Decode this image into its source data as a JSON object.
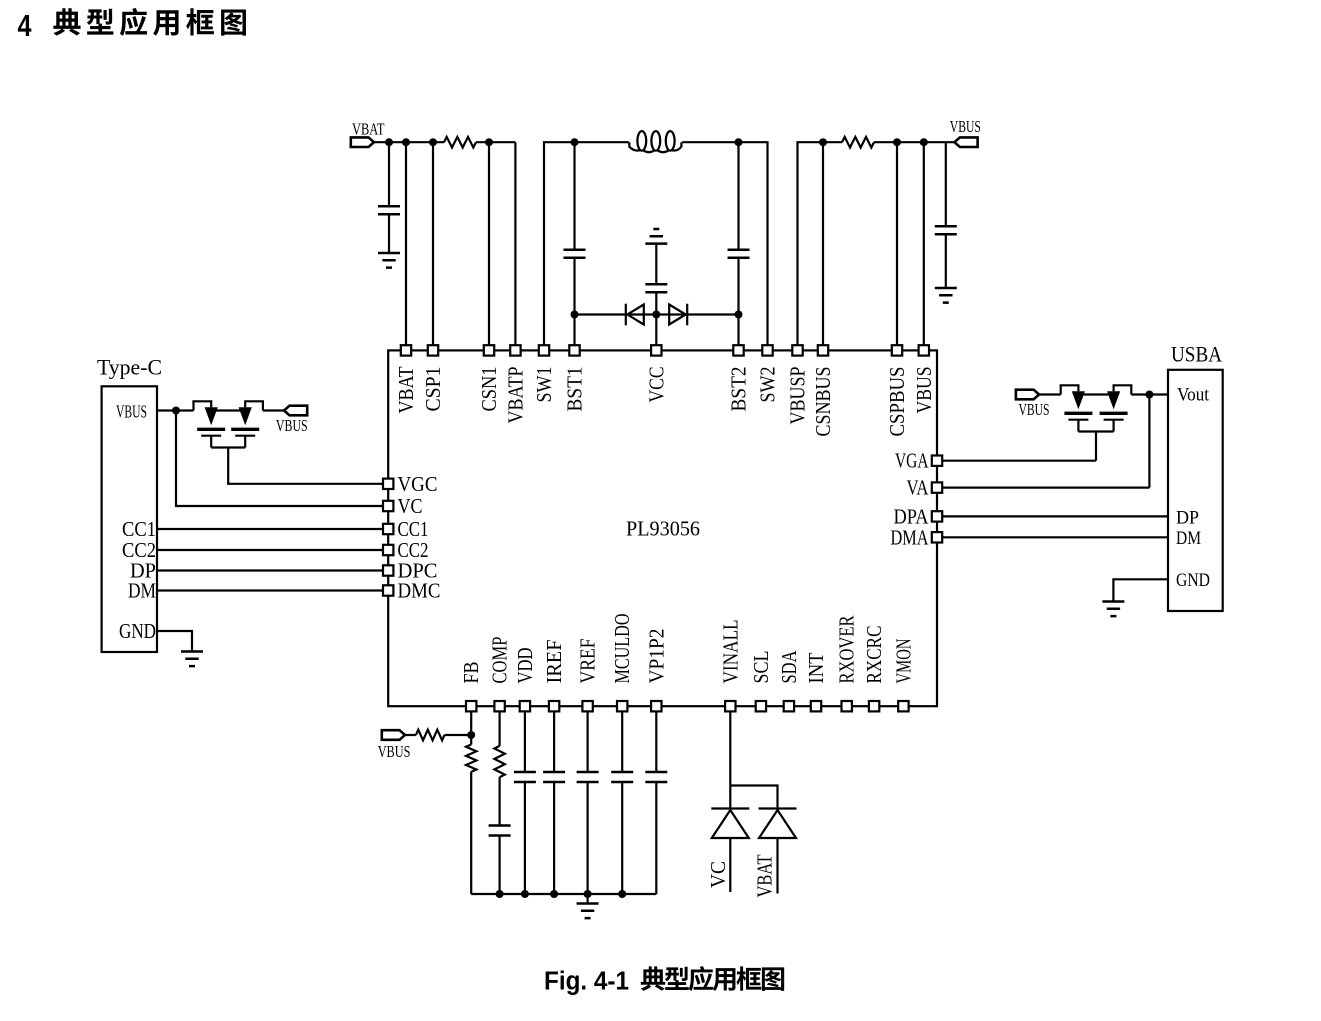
{
  "heading": {
    "number": "4",
    "title_cjk": "典型应用框图"
  },
  "caption": {
    "label": "Fig. 4-1",
    "title_cjk": "典型应用框图"
  },
  "chip": {
    "name": "PL93056",
    "top_pins": [
      "VBAT",
      "CSP1",
      "CSN1",
      "VBATP",
      "SW1",
      "BST1",
      "VCC",
      "BST2",
      "SW2",
      "VBUSP",
      "CSNBUS",
      "CSPBUS",
      "VBUS"
    ],
    "left_pins": [
      "VGC",
      "VC",
      "CC1",
      "CC2",
      "DPC",
      "DMC"
    ],
    "right_pins": [
      "VGA",
      "VA",
      "DPA",
      "DMA"
    ],
    "bottom_pins": [
      "FB",
      "COMP",
      "VDD",
      "IREF",
      "VREF",
      "MCULDO",
      "VP1P2",
      "VINALL",
      "SCL",
      "SDA",
      "INT",
      "RXOVER",
      "RXCRC",
      "VMON"
    ]
  },
  "typec": {
    "title": "Type-C",
    "pins": [
      "VBUS",
      "CC1",
      "CC2",
      "DP",
      "DM",
      "GND"
    ]
  },
  "usba": {
    "title": "USBA",
    "pins": [
      "Vout",
      "DP",
      "DM",
      "GND"
    ]
  },
  "flags": {
    "vbat_top": "VBAT",
    "vbus_top": "VBUS",
    "vbus_typec": "VBUS",
    "vbus_usba": "VBUS",
    "vbus_fb": "VBUS"
  },
  "rails": {
    "vc": "VC",
    "vbat": "VBAT"
  },
  "colors": {
    "ink": "#000000",
    "background": "#ffffff"
  }
}
